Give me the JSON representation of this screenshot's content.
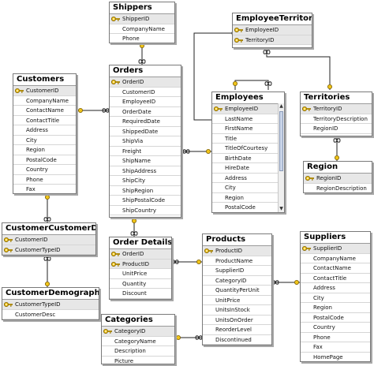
{
  "tables": {
    "shippers": {
      "title": "Shippers",
      "fields": [
        {
          "name": "ShipperID",
          "pk": true
        },
        {
          "name": "CompanyName",
          "pk": false
        },
        {
          "name": "Phone",
          "pk": false
        }
      ]
    },
    "employeeterritories": {
      "title": "EmployeeTerritories",
      "fields": [
        {
          "name": "EmployeeID",
          "pk": true
        },
        {
          "name": "TerritoryID",
          "pk": true
        }
      ]
    },
    "customers": {
      "title": "Customers",
      "fields": [
        {
          "name": "CustomerID",
          "pk": true
        },
        {
          "name": "CompanyName",
          "pk": false
        },
        {
          "name": "ContactName",
          "pk": false
        },
        {
          "name": "ContactTitle",
          "pk": false
        },
        {
          "name": "Address",
          "pk": false
        },
        {
          "name": "City",
          "pk": false
        },
        {
          "name": "Region",
          "pk": false
        },
        {
          "name": "PostalCode",
          "pk": false
        },
        {
          "name": "Country",
          "pk": false
        },
        {
          "name": "Phone",
          "pk": false
        },
        {
          "name": "Fax",
          "pk": false
        }
      ]
    },
    "orders": {
      "title": "Orders",
      "fields": [
        {
          "name": "OrderID",
          "pk": true
        },
        {
          "name": "CustomerID",
          "pk": false
        },
        {
          "name": "EmployeeID",
          "pk": false
        },
        {
          "name": "OrderDate",
          "pk": false
        },
        {
          "name": "RequiredDate",
          "pk": false
        },
        {
          "name": "ShippedDate",
          "pk": false
        },
        {
          "name": "ShipVia",
          "pk": false
        },
        {
          "name": "Freight",
          "pk": false
        },
        {
          "name": "ShipName",
          "pk": false
        },
        {
          "name": "ShipAddress",
          "pk": false
        },
        {
          "name": "ShipCity",
          "pk": false
        },
        {
          "name": "ShipRegion",
          "pk": false
        },
        {
          "name": "ShipPostalCode",
          "pk": false
        },
        {
          "name": "ShipCountry",
          "pk": false
        }
      ]
    },
    "employees": {
      "title": "Employees",
      "fields": [
        {
          "name": "EmployeeID",
          "pk": true
        },
        {
          "name": "LastName",
          "pk": false
        },
        {
          "name": "FirstName",
          "pk": false
        },
        {
          "name": "Title",
          "pk": false
        },
        {
          "name": "TitleOfCourtesy",
          "pk": false
        },
        {
          "name": "BirthDate",
          "pk": false
        },
        {
          "name": "HireDate",
          "pk": false
        },
        {
          "name": "Address",
          "pk": false
        },
        {
          "name": "City",
          "pk": false
        },
        {
          "name": "Region",
          "pk": false
        },
        {
          "name": "PostalCode",
          "pk": false
        }
      ]
    },
    "territories": {
      "title": "Territories",
      "fields": [
        {
          "name": "TerritoryID",
          "pk": true
        },
        {
          "name": "TerritoryDescription",
          "pk": false
        },
        {
          "name": "RegionID",
          "pk": false
        }
      ]
    },
    "region": {
      "title": "Region",
      "fields": [
        {
          "name": "RegionID",
          "pk": true
        },
        {
          "name": "RegionDescription",
          "pk": false
        }
      ]
    },
    "customercustomerdemo": {
      "title": "CustomerCustomerDemo",
      "fields": [
        {
          "name": "CustomerID",
          "pk": true
        },
        {
          "name": "CustomerTypeID",
          "pk": true
        }
      ]
    },
    "orderdetails": {
      "title": "Order Details",
      "fields": [
        {
          "name": "OrderID",
          "pk": true
        },
        {
          "name": "ProductID",
          "pk": true
        },
        {
          "name": "UnitPrice",
          "pk": false
        },
        {
          "name": "Quantity",
          "pk": false
        },
        {
          "name": "Discount",
          "pk": false
        }
      ]
    },
    "products": {
      "title": "Products",
      "fields": [
        {
          "name": "ProductID",
          "pk": true
        },
        {
          "name": "ProductName",
          "pk": false
        },
        {
          "name": "SupplierID",
          "pk": false
        },
        {
          "name": "CategoryID",
          "pk": false
        },
        {
          "name": "QuantityPerUnit",
          "pk": false
        },
        {
          "name": "UnitPrice",
          "pk": false
        },
        {
          "name": "UnitsInStock",
          "pk": false
        },
        {
          "name": "UnitsOnOrder",
          "pk": false
        },
        {
          "name": "ReorderLevel",
          "pk": false
        },
        {
          "name": "Discontinued",
          "pk": false
        }
      ]
    },
    "suppliers": {
      "title": "Suppliers",
      "fields": [
        {
          "name": "SupplierID",
          "pk": true
        },
        {
          "name": "CompanyName",
          "pk": false
        },
        {
          "name": "ContactName",
          "pk": false
        },
        {
          "name": "ContactTitle",
          "pk": false
        },
        {
          "name": "Address",
          "pk": false
        },
        {
          "name": "City",
          "pk": false
        },
        {
          "name": "Region",
          "pk": false
        },
        {
          "name": "PostalCode",
          "pk": false
        },
        {
          "name": "Country",
          "pk": false
        },
        {
          "name": "Phone",
          "pk": false
        },
        {
          "name": "Fax",
          "pk": false
        },
        {
          "name": "HomePage",
          "pk": false
        }
      ]
    },
    "customerdemographics": {
      "title": "CustomerDemographics",
      "fields": [
        {
          "name": "CustomerTypeID",
          "pk": true
        },
        {
          "name": "CustomerDesc",
          "pk": false
        }
      ]
    },
    "categories": {
      "title": "Categories",
      "fields": [
        {
          "name": "CategoryID",
          "pk": true
        },
        {
          "name": "CategoryName",
          "pk": false
        },
        {
          "name": "Description",
          "pk": false
        },
        {
          "name": "Picture",
          "pk": false
        }
      ]
    }
  },
  "colors": {
    "key": "#f0c419",
    "line": "#222222",
    "pk_row": "#e7e7e7"
  },
  "icons": {
    "primary_key": "key-icon",
    "relation_one": "key-icon",
    "relation_many": "infinity-icon"
  }
}
